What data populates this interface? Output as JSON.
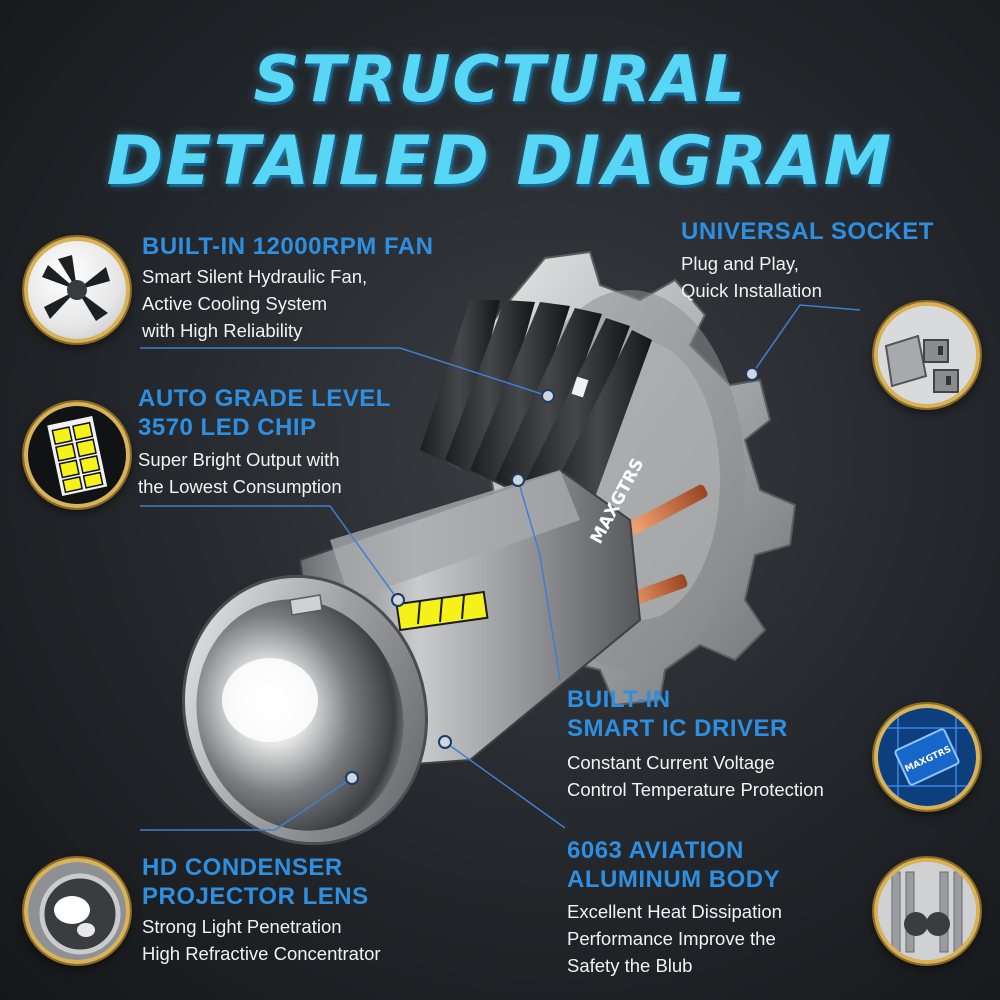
{
  "title": {
    "line1": "STRUCTURAL",
    "line2": "DETAILED DIAGRAM"
  },
  "bulb_brand": "MAXGTRS",
  "chip_brand": "MAXGTRS",
  "callouts": {
    "fan": {
      "heading": [
        "BUILT-IN 12000RPM FAN"
      ],
      "desc": [
        "Smart Silent Hydraulic Fan,",
        "Active Cooling System",
        "with High Reliability"
      ]
    },
    "chip": {
      "heading": [
        "AUTO GRADE LEVEL",
        "3570 LED CHIP"
      ],
      "desc": [
        "Super Bright Output with",
        "the Lowest Consumption"
      ]
    },
    "socket": {
      "heading": [
        "UNIVERSAL SOCKET"
      ],
      "desc": [
        "Plug and Play,",
        "Quick Installation"
      ]
    },
    "driver": {
      "heading": [
        "BUILT-IN",
        "SMART IC DRIVER"
      ],
      "desc": [
        "Constant Current Voltage",
        "Control Temperature Protection"
      ]
    },
    "lens": {
      "heading": [
        "HD CONDENSER",
        "PROJECTOR LENS"
      ],
      "desc": [
        "Strong Light Penetration",
        "High Refractive Concentrator"
      ]
    },
    "body": {
      "heading": [
        "6063 AVIATION",
        "ALUMINUM BODY"
      ],
      "desc": [
        "Excellent Heat Dissipation",
        "Performance Improve the",
        "Safety the Blub"
      ]
    }
  },
  "colors": {
    "title": "#58d6f5",
    "heading": "#2e8fe0",
    "leader_line": "#3f7fd0",
    "badge_ring": "#d8b25a",
    "led_chip": "#f4f21a"
  },
  "icons": {
    "fan": "fan-blade-icon",
    "chip": "led-chip-icon",
    "socket": "socket-icon",
    "driver": "ic-chip-icon",
    "lens": "lens-icon",
    "body": "aluminum-body-icon"
  }
}
